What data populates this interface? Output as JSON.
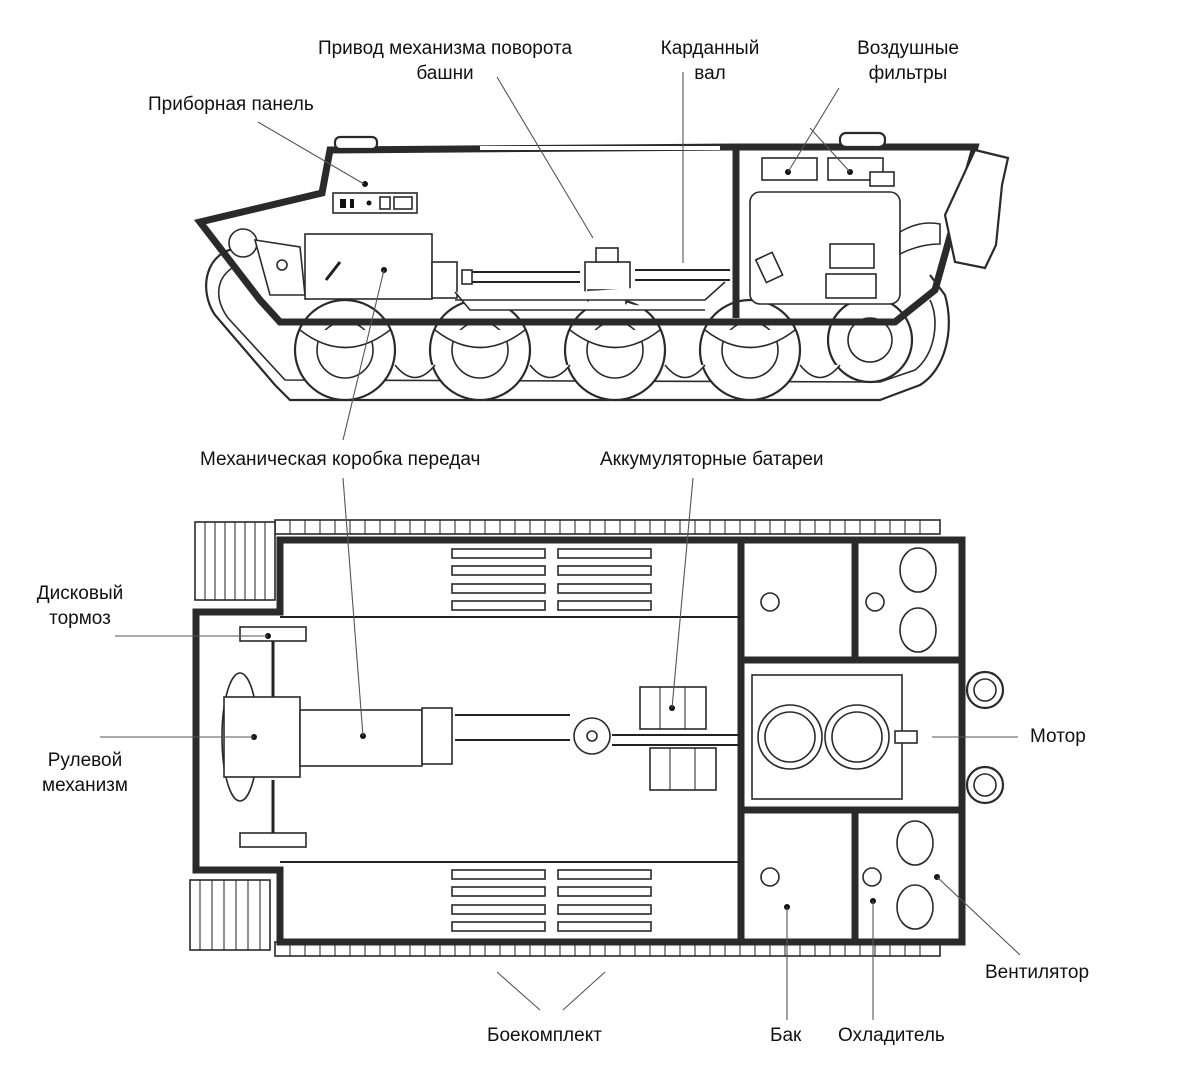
{
  "diagram": {
    "title": "Tank internal layout (side and top views)",
    "views": [
      "side-view",
      "top-view"
    ]
  },
  "labels": {
    "turret_drive": [
      "Привод механизма поворота",
      "башни"
    ],
    "instrument_panel": "Приборная панель",
    "driveshaft": [
      "Карданный",
      "вал"
    ],
    "air_filters": [
      "Воздушные",
      "фильтры"
    ],
    "gearbox": "Механическая коробка передач",
    "batteries": "Аккумуляторные батареи",
    "disc_brake": [
      "Дисковый",
      "тормоз"
    ],
    "steering": [
      "Рулевой",
      "механизм"
    ],
    "engine": "Мотор",
    "fan": "Вентилятор",
    "ammo": "Боекомплект",
    "tank_fuel": "Бак",
    "cooler": "Охладитель"
  },
  "colors": {
    "ink": "#2a2a2a",
    "background": "#ffffff",
    "leader": "#555555"
  }
}
